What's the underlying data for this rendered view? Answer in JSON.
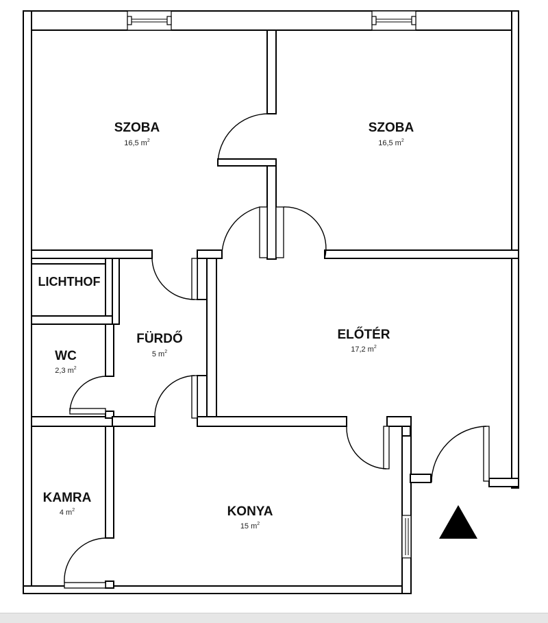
{
  "rooms": {
    "szoba_left": {
      "name": "SZOBA",
      "area": "16,5 m",
      "unit_sup": "2"
    },
    "szoba_right": {
      "name": "SZOBA",
      "area": "16,5 m",
      "unit_sup": "2"
    },
    "lichthof": {
      "name": "LICHTHOF",
      "area": "",
      "unit_sup": ""
    },
    "wc": {
      "name": "WC",
      "area": "2,3 m",
      "unit_sup": "2"
    },
    "furdo": {
      "name": "FÜRDŐ",
      "area": "5 m",
      "unit_sup": "2"
    },
    "eloter": {
      "name": "ELŐTÉR",
      "area": "17,2 m",
      "unit_sup": "2"
    },
    "kamra": {
      "name": "KAMRA",
      "area": "4 m",
      "unit_sup": "2"
    },
    "konya": {
      "name": "KONYA",
      "area": "15 m",
      "unit_sup": "2"
    }
  },
  "icons": {
    "entrance": "entrance-triangle-icon"
  },
  "colors": {
    "walls": "#000000",
    "background": "#ffffff",
    "footer": "#e6e6e6"
  }
}
